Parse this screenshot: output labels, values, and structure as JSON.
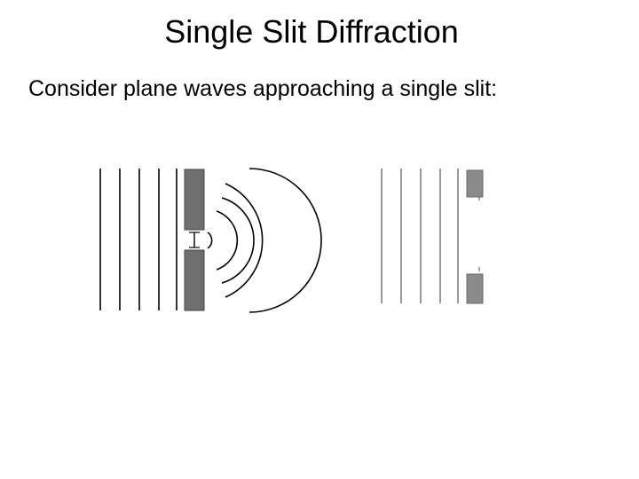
{
  "slide": {
    "title": "Single Slit Diffraction",
    "intro_text": "Consider plane waves approaching a single slit:"
  },
  "figures": [
    {
      "name": "wide-slit-diffraction",
      "description_shown": false,
      "plane_wavefront_count": 5,
      "circular_wavefront_count": 5,
      "stroke_color": "#000000",
      "barrier_color": "#6f6f6f"
    },
    {
      "name": "narrow-wall-plane-waves",
      "plane_wavefront_count": 5,
      "stroke_color": "#9a9a9a",
      "barrier_color": "#8a8a8a"
    }
  ]
}
